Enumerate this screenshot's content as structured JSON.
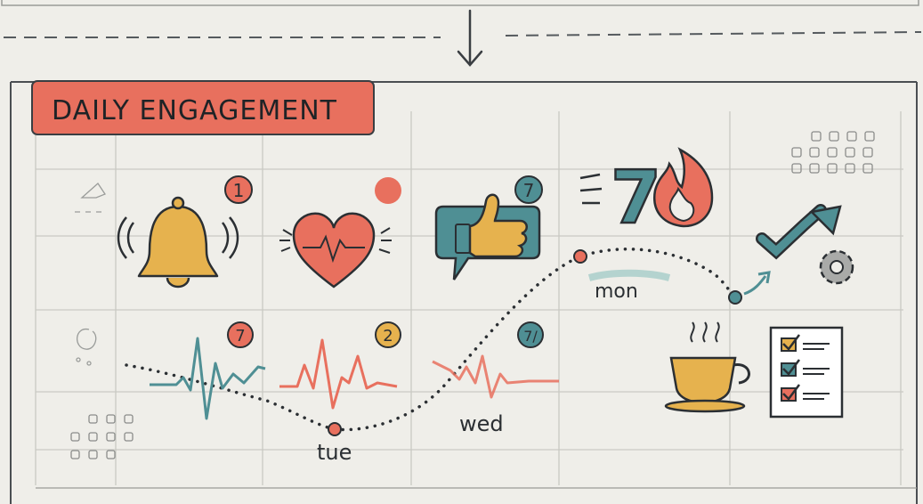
{
  "title": "DAILY ENGAGEMENT",
  "badges": {
    "bell": "1",
    "thumbs": "7",
    "pulse_teal": "7",
    "pulse_red": "2",
    "pulse_orange": "7/"
  },
  "streak": "7",
  "days": {
    "mon": "mon",
    "tue": "tue",
    "wed": "wed"
  },
  "colors": {
    "accent_red": "#e8705e",
    "accent_teal": "#4f8f94",
    "accent_yellow": "#e6b24e",
    "ink": "#2b2f33",
    "paper": "#efeee9"
  },
  "icons": [
    "bell-icon",
    "heart-icon",
    "thumbs-up-icon",
    "flame-icon",
    "checkmark-arrow-icon",
    "gear-icon",
    "coffee-cup-icon",
    "checklist-icon",
    "calendar-grid-icon",
    "down-arrow-icon"
  ]
}
